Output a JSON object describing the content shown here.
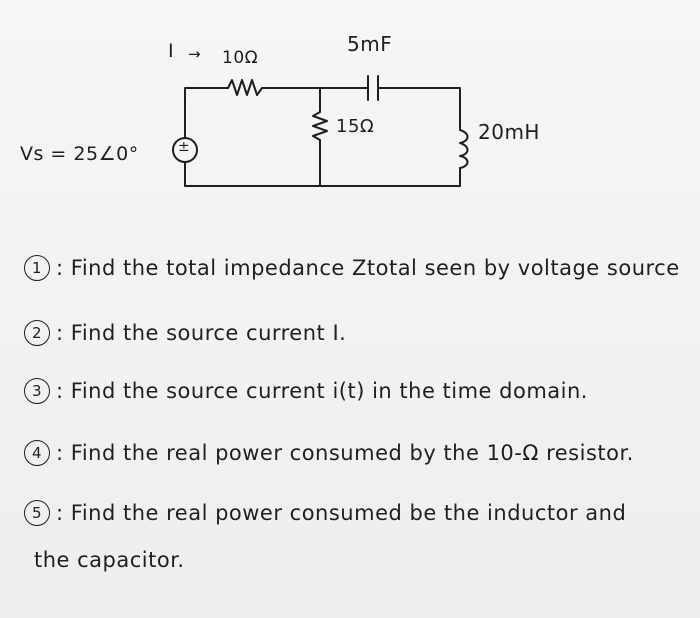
{
  "circuit": {
    "current_label": "I",
    "current_arrow": "→",
    "resistor_series": "10Ω",
    "capacitor": "5mF",
    "resistor_shunt": "15Ω",
    "inductor": "20mH",
    "source_label": "Vs = 25∠0°",
    "source_symbol": "±"
  },
  "questions": [
    {
      "num": "1",
      "sep": ":",
      "text": "Find the total impedance Ztotal seen by voltage source"
    },
    {
      "num": "2",
      "sep": ":",
      "text": "Find the source current I."
    },
    {
      "num": "3",
      "sep": ":",
      "text": "Find the source current i(t) in the time domain."
    },
    {
      "num": "4",
      "sep": ":",
      "text": "Find the real power consumed by the 10-Ω resistor."
    },
    {
      "num": "5",
      "sep": ":",
      "text": "Find the real power consumed be the inductor and"
    }
  ],
  "question_5_continued": "the capacitor."
}
